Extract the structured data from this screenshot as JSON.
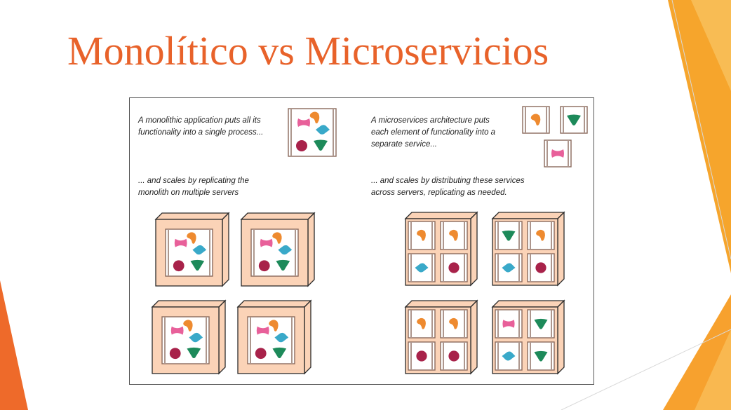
{
  "slide": {
    "title": "Monolítico vs Microservicios"
  },
  "figure": {
    "monolith": {
      "caption_process": [
        "A monolithic application puts all its",
        "functionality into a single process..."
      ],
      "caption_scale": [
        "... and scales by replicating the",
        "monolith on multiple servers"
      ],
      "server_count": 4
    },
    "microservices": {
      "caption_process": [
        "A microservices architecture puts",
        "each element of functionality into a",
        "separate service..."
      ],
      "caption_scale": [
        "... and scales by distributing these services",
        "across servers, replicating as needed."
      ],
      "server_count": 4
    }
  },
  "colors": {
    "title": "#e8622a",
    "accent_orange": "#f5a623",
    "server_fill": "#fbd3b7",
    "server_stroke": "#2b2b2b",
    "process_frame": "#8a6a5c",
    "shape_pink": "#e8609a",
    "shape_orange": "#ee8a2f",
    "shape_blue": "#39a9c9",
    "shape_crimson": "#a8224a",
    "shape_green": "#1d8a5a"
  }
}
